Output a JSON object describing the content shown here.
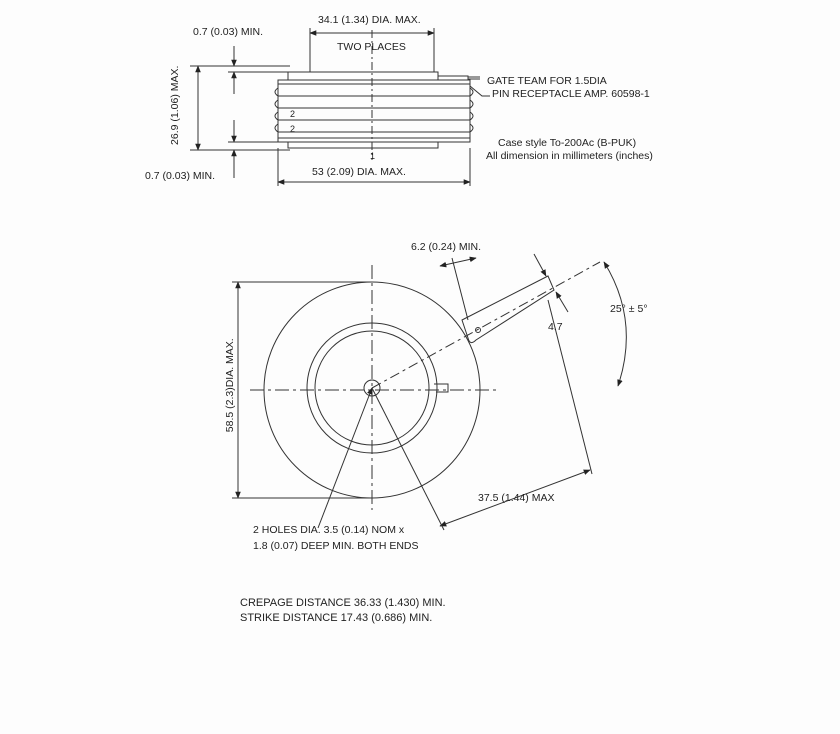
{
  "side_view": {
    "top_min": "0.7 (0.03) MIN.",
    "top_dia": "34.1 (1.34) DIA. MAX.",
    "two_places": "TWO PLACES",
    "height": "26.9 (1.06) MAX.",
    "gate_line1": "GATE TEAM FOR 1.5DIA",
    "gate_line2": "PIN RECEPTACLE AMP. 60598-1",
    "case_style": "Case style To-200Ac (B-PUK)",
    "dims_note": "All dimension in millimeters (inches)",
    "bottom_min": "0.7 (0.03) MIN.",
    "bottom_dia": "53 (2.09) DIA. MAX.",
    "mark_2a": "2",
    "mark_2b": "2",
    "mark_1": "1"
  },
  "top_view": {
    "gate_width": "6.2 (0.24) MIN.",
    "gate_thick": "4.7",
    "angle": "25° ± 5°",
    "diameter": "58.5 (2.3)DIA. MAX.",
    "gate_length": "37.5 (1.44) MAX",
    "holes_line1": "2 HOLES DIA. 3.5 (0.14) NOM x",
    "holes_line2": "1.8 (0.07) DEEP MIN. BOTH ENDS"
  },
  "notes": {
    "crepage": "CREPAGE DISTANCE 36.33 (1.430) MIN.",
    "strike": "STRIKE DISTANCE 17.43 (0.686) MIN."
  }
}
